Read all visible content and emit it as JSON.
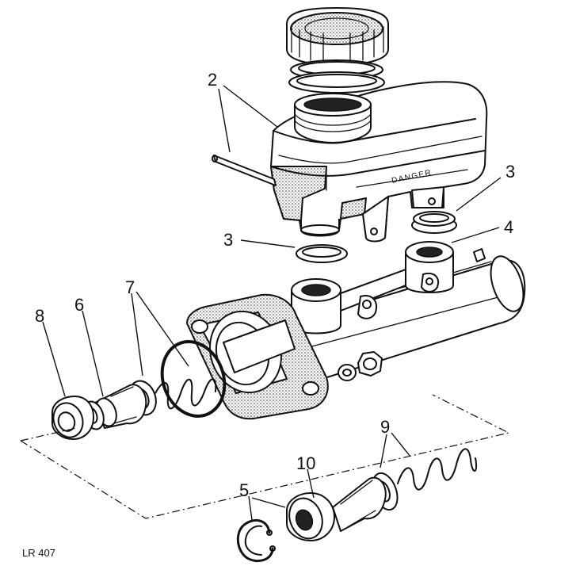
{
  "diagram": {
    "callouts": {
      "c2": "2",
      "c3_left": "3",
      "c3_right": "3",
      "c4": "4",
      "c5": "5",
      "c6": "6",
      "c7": "7",
      "c8": "8",
      "c9": "9",
      "c10": "10"
    },
    "reservoir_warning": "DANGER",
    "reference": "LR 407"
  }
}
